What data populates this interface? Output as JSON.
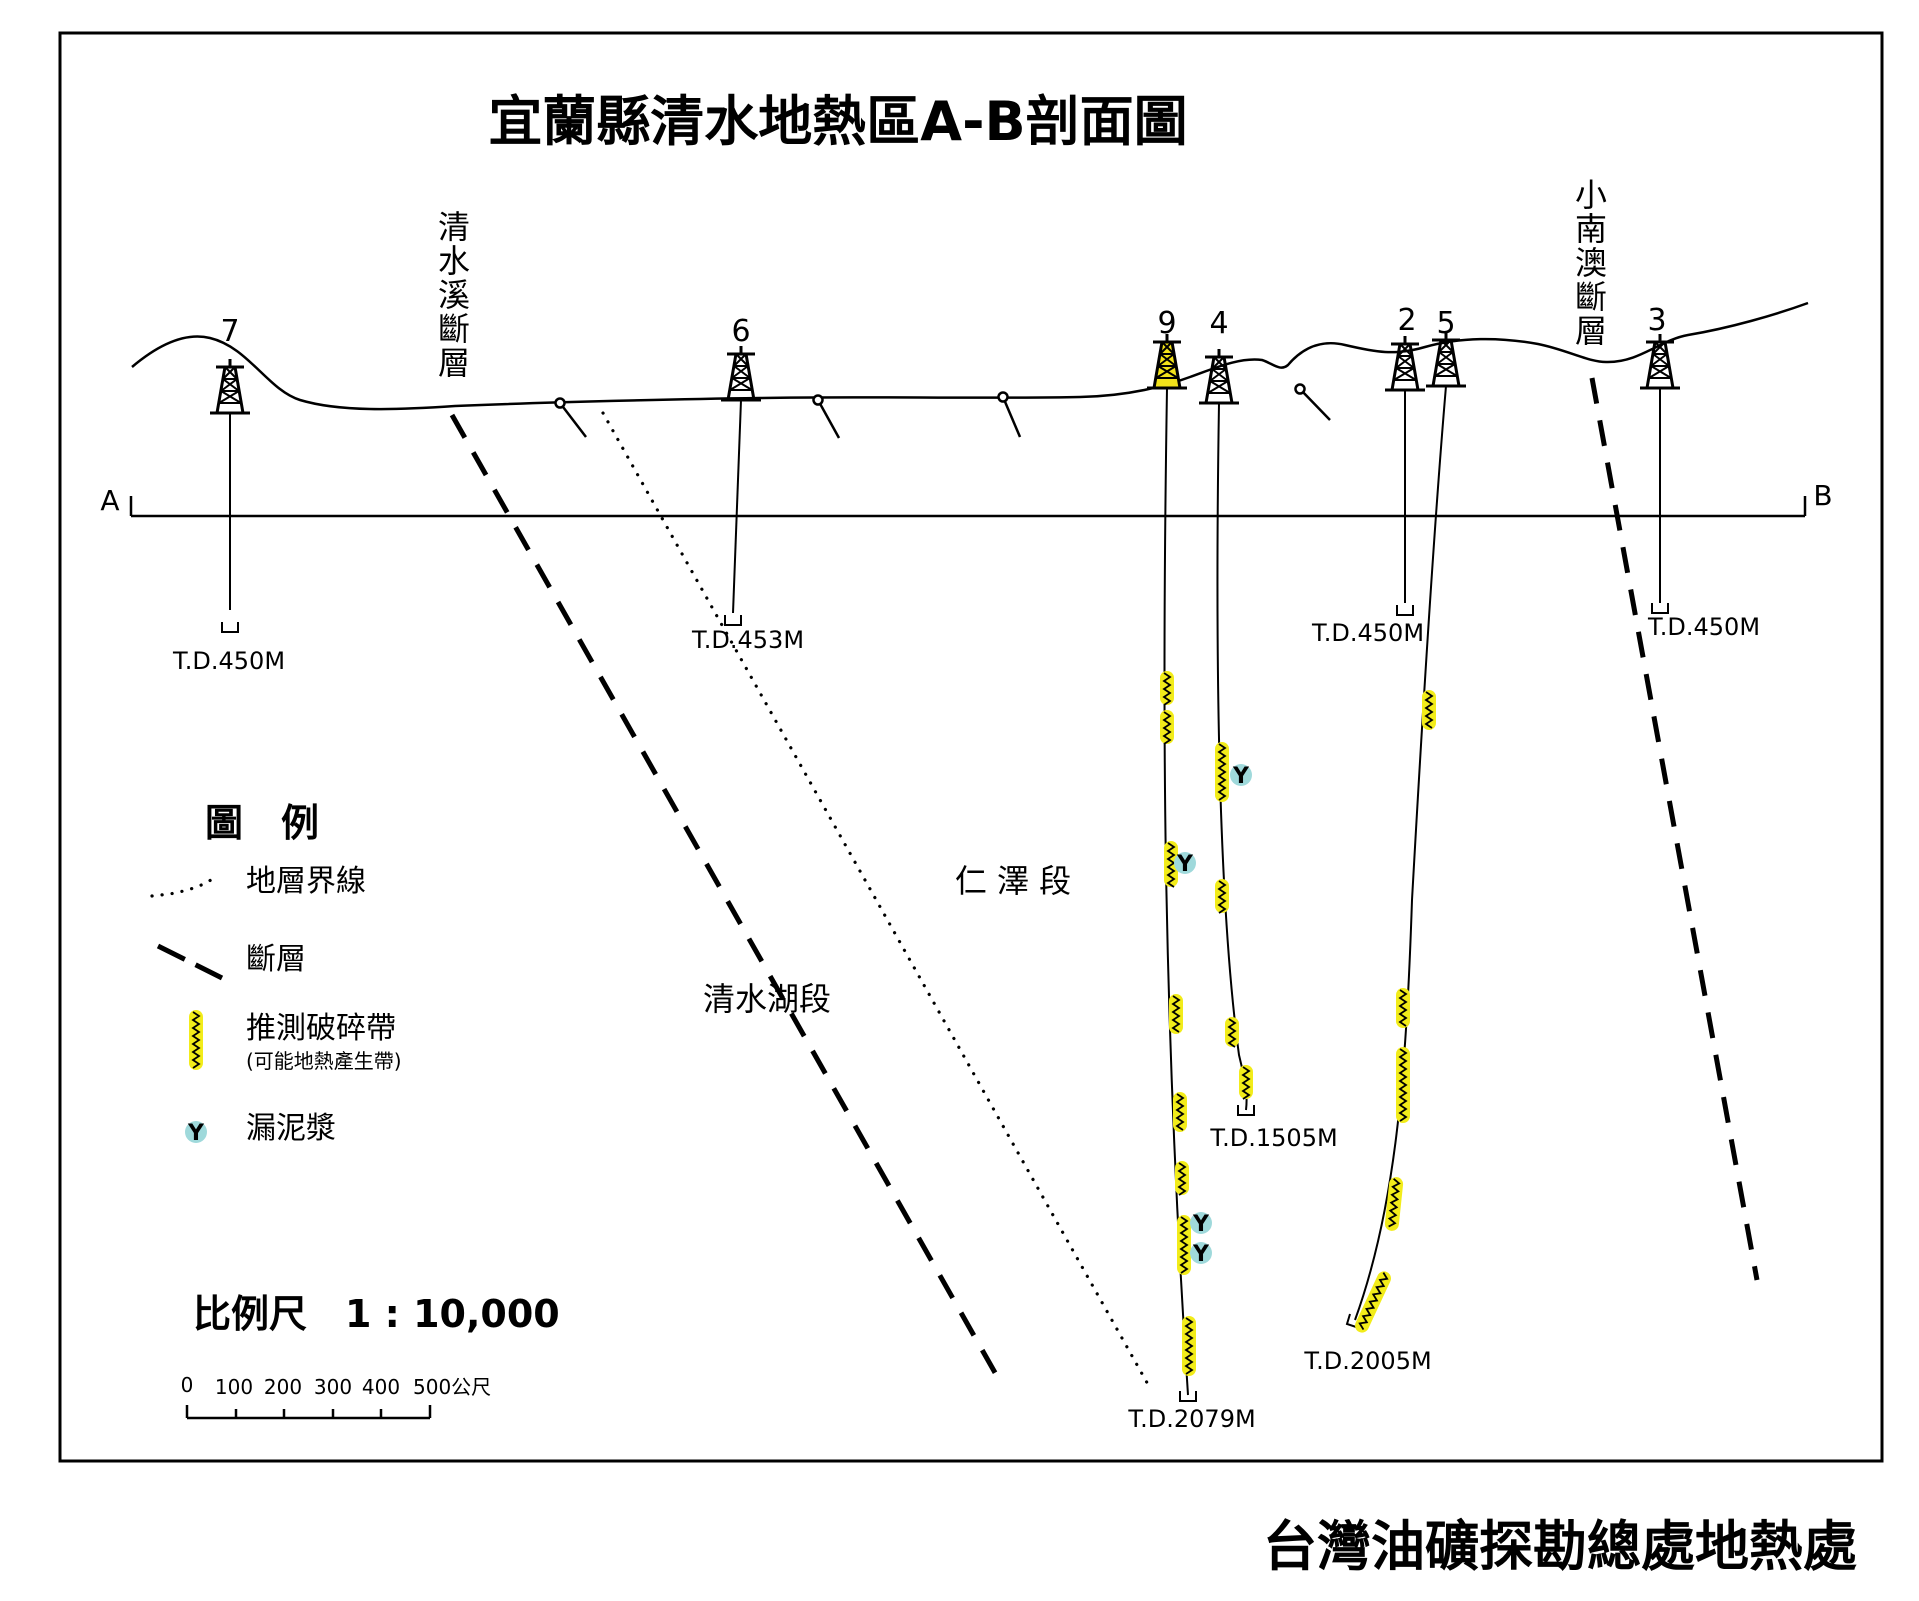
{
  "title": "宜蘭縣清水地熱區A-B剖面圖",
  "publisher": "台灣油礦探勘總處地熱處",
  "section_endpoints": {
    "start": "A",
    "end": "B"
  },
  "faults": {
    "qingshui": "清水溪斷層",
    "xiaonanao": "小南澳斷層"
  },
  "formations": {
    "renze": "仁 澤 段",
    "qingshuihu": "清水湖段"
  },
  "wells": [
    {
      "id": "7",
      "depth_label": "T.D.450M",
      "highlighted": false
    },
    {
      "id": "6",
      "depth_label": "T.D.453M",
      "highlighted": false
    },
    {
      "id": "9",
      "depth_label": "T.D.2079M",
      "highlighted": true
    },
    {
      "id": "4",
      "depth_label": "T.D.1505M",
      "highlighted": false
    },
    {
      "id": "2",
      "depth_label": "T.D.450M",
      "highlighted": false
    },
    {
      "id": "5",
      "depth_label": "T.D.2005M",
      "highlighted": false
    },
    {
      "id": "3",
      "depth_label": "T.D.450M",
      "highlighted": false
    }
  ],
  "legend": {
    "heading": "圖　例",
    "items": [
      {
        "symbol": "dotted-line",
        "label": "地層界線"
      },
      {
        "symbol": "dashed-line",
        "label": "斷層"
      },
      {
        "symbol": "fracture-zone",
        "label": "推測破碎帶",
        "note": "(可能地熱產生帶)"
      },
      {
        "symbol": "mud-loss",
        "label": "漏泥漿",
        "glyph": "Y"
      }
    ]
  },
  "scale": {
    "label": "比例尺　1 : 10,000",
    "ticks": [
      "0",
      "100",
      "200",
      "300",
      "400",
      "500公尺"
    ]
  },
  "colors": {
    "line": "#000000",
    "fracture_zone_fill": "#f2ec1a",
    "mud_loss_fill": "#9fd9db",
    "highlighted_well_fill": "#f2e21a"
  }
}
